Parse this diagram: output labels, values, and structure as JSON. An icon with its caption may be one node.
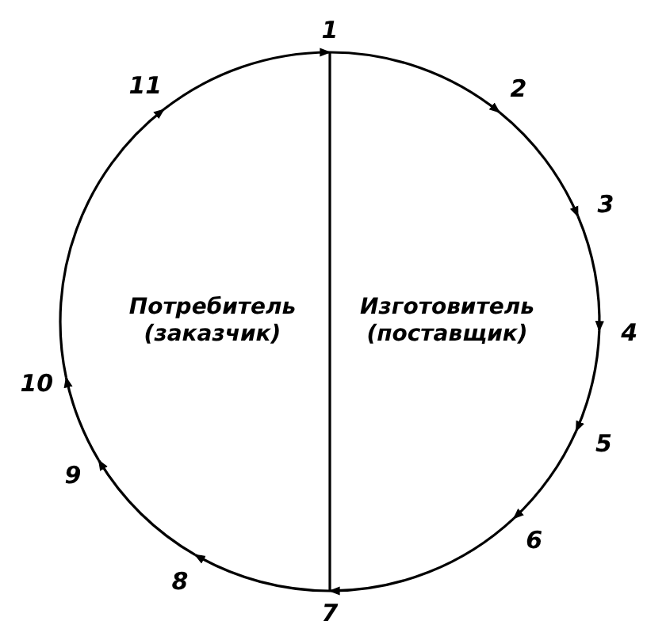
{
  "diagram": {
    "nodes": [
      {
        "text": [
          "1"
        ]
      },
      {
        "text": [
          "2"
        ]
      },
      {
        "text": [
          "3"
        ]
      },
      {
        "text": [
          "4"
        ]
      },
      {
        "text": [
          "5"
        ]
      },
      {
        "text": [
          "6"
        ]
      },
      {
        "text": [
          "7"
        ]
      },
      {
        "text": [
          "8"
        ]
      },
      {
        "text": [
          "9"
        ]
      },
      {
        "text": [
          "10"
        ]
      },
      {
        "text": [
          "11"
        ]
      }
    ],
    "edges": [
      {
        "from": 0,
        "to": 1,
        "arrow": "to"
      },
      {
        "from": 1,
        "to": 2,
        "arrow": "to"
      },
      {
        "from": 2,
        "to": 3,
        "arrow": "to"
      },
      {
        "from": 3,
        "to": 4,
        "arrow": "to"
      },
      {
        "from": 4,
        "to": 5,
        "arrow": "to"
      },
      {
        "from": 5,
        "to": 6,
        "arrow": "to"
      },
      {
        "from": 6,
        "to": 7,
        "arrow": "to"
      },
      {
        "from": 7,
        "to": 8,
        "arrow": "to"
      },
      {
        "from": 8,
        "to": 9,
        "arrow": "to"
      },
      {
        "from": 9,
        "to": 10,
        "arrow": "to"
      },
      {
        "from": 10,
        "to": 0,
        "arrow": "to"
      },
      {
        "from": 0,
        "to": 6,
        "arrow": "none"
      }
    ],
    "labels": [
      "Потребитель (заказчик)",
      "Изготовитель (поставщик)"
    ]
  }
}
